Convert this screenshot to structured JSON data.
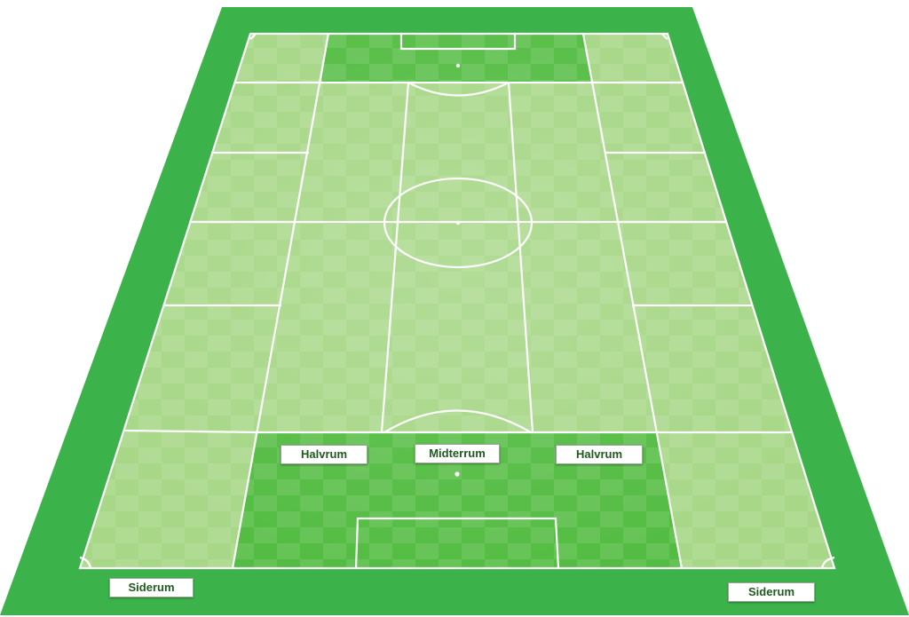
{
  "colors": {
    "surround": "#3cb34a",
    "pitch_light": "#acd98a",
    "pitch_mid": "#9ad07d",
    "zone_dark": "#4fba3f",
    "lines": "#ffffff",
    "label_text": "#1f5a1f"
  },
  "labels": {
    "halfspace_left": "Halvrum",
    "center": "Midterrum",
    "halfspace_right": "Halvrum",
    "wing_left": "Siderum",
    "wing_right": "Siderum"
  }
}
